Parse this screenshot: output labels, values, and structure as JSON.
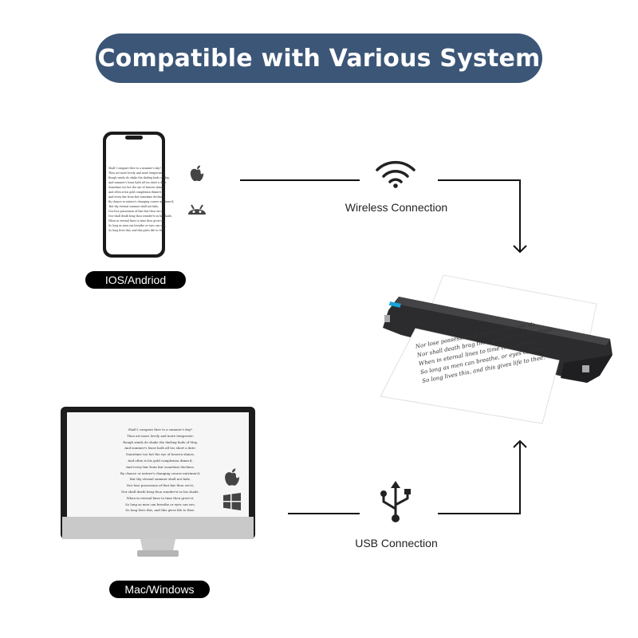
{
  "title": "Compatible with Various System",
  "phone": {
    "label": "IOS/Andriod",
    "os_icons": [
      "apple-icon",
      "android-icon"
    ],
    "screen_text": [
      "Shall I compare thee to a summer's day?",
      "Thou art more lovely and more temperate:",
      "Rough winds do shake the darling buds of May,",
      "And summer's lease hath all too short a date:",
      "Sometime too hot the eye of heaven shines,",
      "And often is his gold complexion dimm'd;",
      "And every fair from fair sometime declines,",
      "By chance or nature's changing course untrimm'd;",
      "But thy eternal summer shall not fade,",
      "Nor lose possession of that fair thou ow'st;",
      "Nor shall death brag thou wander'st in his shade,",
      "When in eternal lines to time thou grow'st:",
      "So long as men can breathe or eyes can see,",
      "So long lives this, and this gives life to thee."
    ]
  },
  "computer": {
    "label": "Mac/Windows",
    "os_icons": [
      "apple-icon",
      "windows-icon"
    ]
  },
  "connections": {
    "wireless": {
      "label": "Wireless Connection",
      "icon": "wifi-icon"
    },
    "usb": {
      "label": "USB Connection",
      "icon": "usb-icon"
    }
  },
  "printer": {
    "paper_text": [
      "Nor lose possession of that fair thou ow'st;",
      "Nor shall death brag thou wander'st in his shade,",
      "When in eternal lines to time thou grow'st:",
      "So long as men can breathe, or eyes can see,",
      "So long lives this, and this gives life to thee."
    ]
  },
  "colors": {
    "title_bg": "#3c5677",
    "pill_bg": "#000000",
    "printer_body": "#2c2c2e",
    "accent": "#1aa3d8"
  }
}
